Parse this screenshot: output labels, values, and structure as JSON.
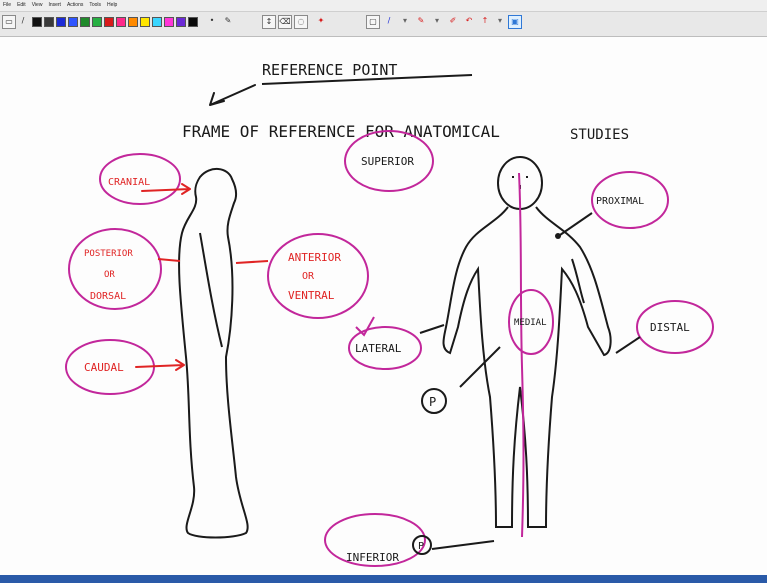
{
  "menu": [
    "File",
    "Edit",
    "View",
    "Insert",
    "Actions",
    "Tools",
    "Help"
  ],
  "palette": [
    "#111111",
    "#3a3a3a",
    "#1c2bd6",
    "#2f55ff",
    "#1f8a2a",
    "#27b043",
    "#d81b1b",
    "#ff2a8a",
    "#ff8a00",
    "#ffe600",
    "#3ad6ff",
    "#ff36d8",
    "#6b2ad6",
    "#0a0a0a"
  ],
  "colors": {
    "ink": "#1a1a1a",
    "red": "#e02424",
    "pink": "#c2279b"
  },
  "notes": {
    "reference_point": "REFERENCE POINT",
    "frame_line1": "FRAME OF REFERENCE FOR ANATOMICAL",
    "frame_line2": "STUDIES",
    "cranial": "CRANIAL",
    "posterior": "POSTERIOR",
    "posterior_or": "OR",
    "dorsal": "DORSAL",
    "anterior": "ANTERIOR",
    "anterior_or": "OR",
    "ventral": "VENTRAL",
    "caudal": "CAUDAL",
    "superior": "SUPERIOR",
    "proximal": "PROXIMAL",
    "lateral": "LATERAL",
    "medial": "MEDIAL",
    "distal": "DISTAL",
    "inferior": "INFERIOR",
    "p_mark": "P",
    "p_mark_bottom": "P"
  }
}
